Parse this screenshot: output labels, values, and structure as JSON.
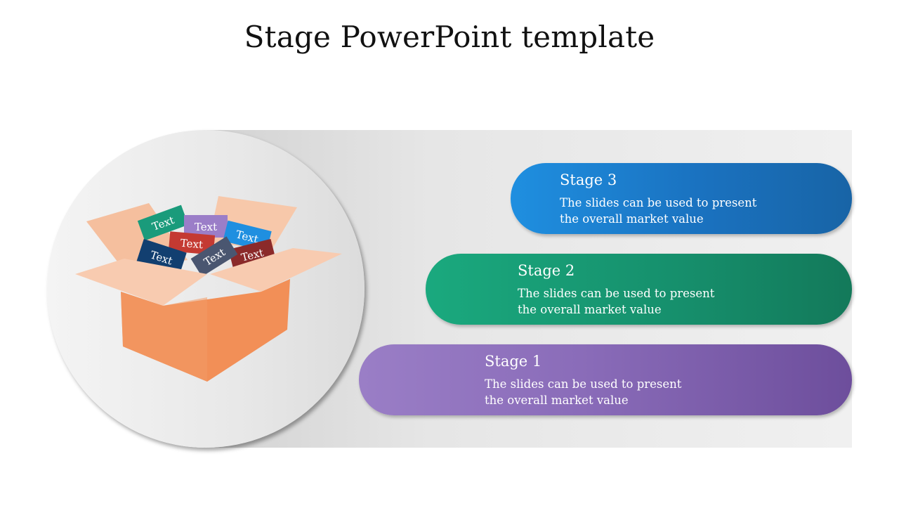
{
  "slide": {
    "title": "Stage PowerPoint template"
  },
  "box_cards": [
    "Text",
    "Text",
    "Text",
    "Text",
    "Text",
    "Text",
    "Text"
  ],
  "stages": [
    {
      "heading": "Stage 3",
      "description": "The slides can be used to present the overall market value"
    },
    {
      "heading": "Stage 2",
      "description": "The slides can be used to present the overall market value"
    },
    {
      "heading": "Stage 1",
      "description": "The slides can be used to present the overall market value"
    }
  ],
  "colors": {
    "stage3": "#1a72c0",
    "stage2": "#168f6c",
    "stage1": "#8a6cb9",
    "box": "#f28f57",
    "box_flap": "#f8cbb0"
  }
}
